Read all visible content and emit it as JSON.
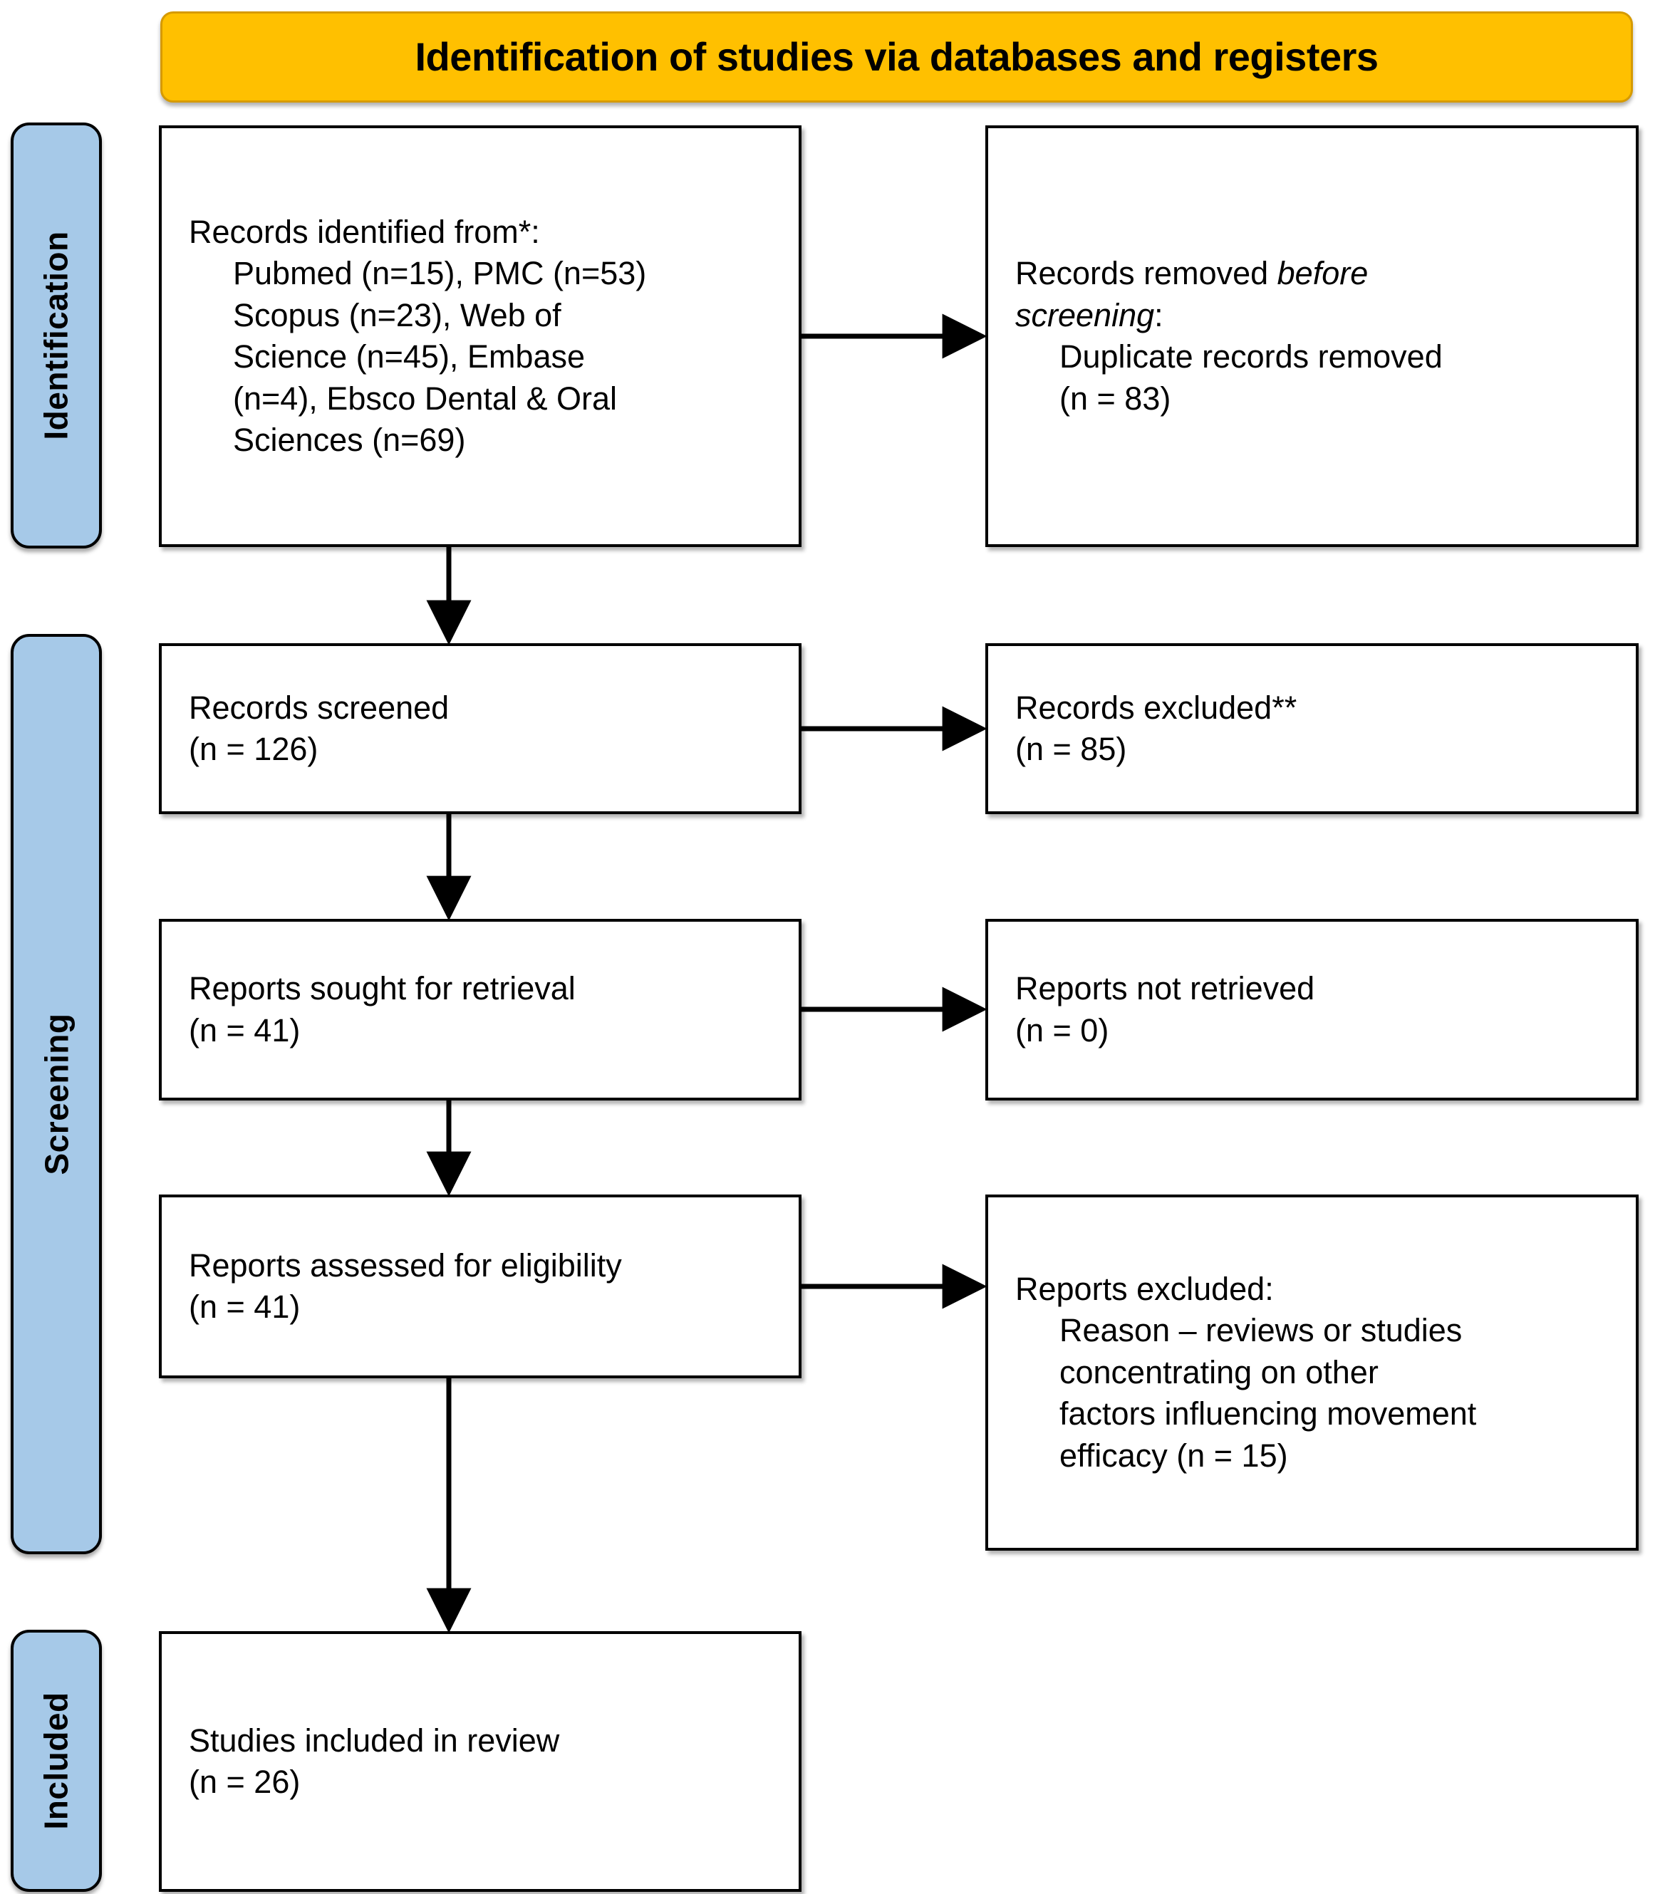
{
  "banner": {
    "title": "Identification of studies via databases and registers",
    "fill": "#FFC000"
  },
  "stages": [
    {
      "key": "identification",
      "label": "Identification",
      "fill": "#A6C9E8"
    },
    {
      "key": "screening",
      "label": "Screening",
      "fill": "#A6C9E8"
    },
    {
      "key": "included",
      "label": "Included",
      "fill": "#A6C9E8"
    }
  ],
  "boxes": {
    "records_identified": {
      "lines": [
        "Records identified from*:",
        "Pubmed (n=15), PMC (n=53)",
        "Scopus (n=23), Web of",
        "Science (n=45), Embase",
        "(n=4), Ebsco Dental & Oral",
        "Sciences (n=69)"
      ]
    },
    "records_removed": {
      "line1_a": "Records removed ",
      "line1_b": "before",
      "line2_a": "screening",
      "line2_b": ":",
      "line3": "Duplicate records removed",
      "line4": "(n = 83)"
    },
    "records_screened": {
      "line1": "Records screened",
      "line2": "(n = 126)"
    },
    "records_excluded": {
      "line1": "Records excluded**",
      "line2": "(n = 85)"
    },
    "reports_sought": {
      "line1": "Reports sought for retrieval",
      "line2": "(n = 41)"
    },
    "reports_not_retrieved": {
      "line1": "Reports not retrieved",
      "line2": "(n = 0)"
    },
    "reports_assessed": {
      "line1": "Reports assessed for eligibility",
      "line2": "(n = 41)"
    },
    "reports_excluded": {
      "line1": "Reports excluded:",
      "line2": "Reason – reviews or studies",
      "line3": "concentrating on other",
      "line4": "factors influencing movement",
      "line5": "efficacy (n = 15)"
    },
    "studies_included": {
      "line1": "Studies included in review",
      "line2": "(n = 26)"
    }
  }
}
